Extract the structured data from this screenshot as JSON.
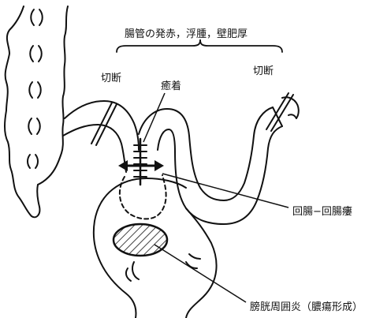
{
  "labels": {
    "top": "腸管の発赤，浮腫，壁肥厚",
    "cut_left": "切断",
    "cut_right": "切断",
    "adhesion": "癒着",
    "fistula": "回腸−回腸瘻",
    "abscess": "膀胱周囲炎（膿瘍形成）"
  },
  "colors": {
    "line": "#111111",
    "background": "#ffffff"
  }
}
